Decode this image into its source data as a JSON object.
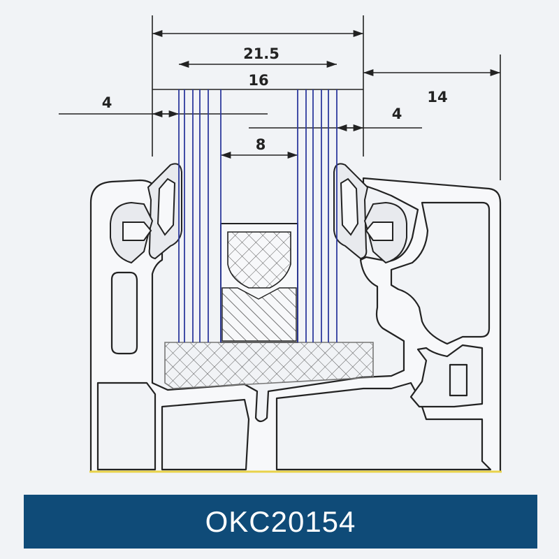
{
  "dimensions": {
    "overall": "",
    "glass_pack": "21.5",
    "glass_gap": "16",
    "left_offset": "4",
    "right_offset": "4",
    "spacer": "8",
    "frame_depth": "14"
  },
  "profile_code": "OKC20154",
  "colors": {
    "background": "#f1f3f6",
    "line": "#222222",
    "glass": "#2e3a9e",
    "label_bg": "#0f4b78",
    "label_text": "#ffffff",
    "base_line": "#e8d24a"
  }
}
